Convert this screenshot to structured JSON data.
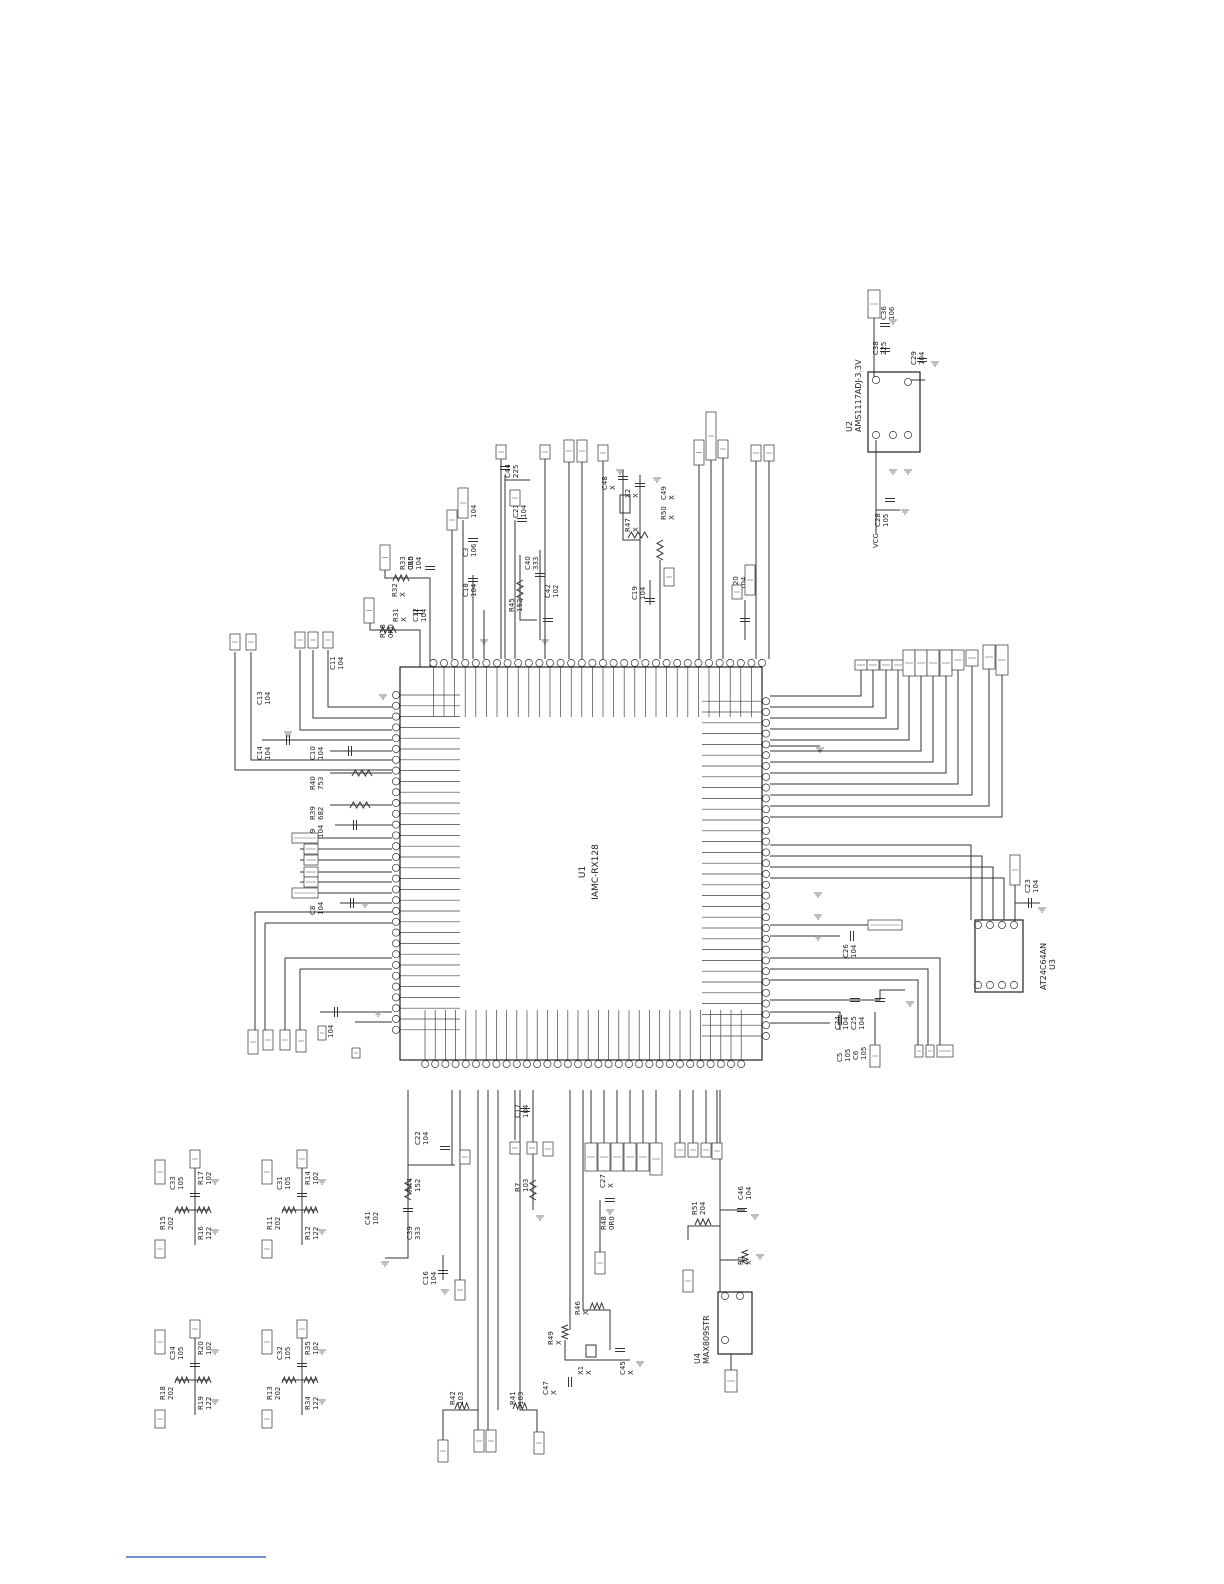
{
  "u1": {
    "ref": "U1",
    "part": "IAMC-RX128",
    "pin_count": 128
  },
  "u2": {
    "ref": "U2",
    "part": "AMS1117ADJ-3.3V"
  },
  "u3": {
    "ref": "U3",
    "part": "AT24C64AN"
  },
  "u4": {
    "ref": "U4",
    "part": "MAX809STR"
  },
  "vcc_label": "VCC",
  "left_parts": [
    {
      "ref": "C13",
      "val": "104"
    },
    {
      "ref": "C14",
      "val": "104"
    },
    {
      "ref": "C10",
      "val": "104"
    },
    {
      "ref": "R40",
      "val": "753"
    },
    {
      "ref": "R39",
      "val": "682"
    },
    {
      "ref": "C9",
      "val": "104"
    },
    {
      "ref": "C8",
      "val": "104"
    },
    {
      "ref": "C7",
      "val": "104"
    },
    {
      "ref": "C11",
      "val": "104"
    }
  ],
  "top_parts": [
    {
      "ref": "R32",
      "val": "X"
    },
    {
      "ref": "R33",
      "val": "0R0"
    },
    {
      "ref": "C15",
      "val": "104"
    },
    {
      "ref": "R31",
      "val": "X"
    },
    {
      "ref": "R38",
      "val": "0R0"
    },
    {
      "ref": "C12",
      "val": "104"
    },
    {
      "ref": "C18",
      "val": "104"
    },
    {
      "ref": "C3",
      "val": "106"
    },
    {
      "ref": "C4",
      "val": "104"
    },
    {
      "ref": "C44",
      "val": "225"
    },
    {
      "ref": "C21",
      "val": "104"
    },
    {
      "ref": "R45",
      "val": "152"
    },
    {
      "ref": "C40",
      "val": "333"
    },
    {
      "ref": "C42",
      "val": "102"
    },
    {
      "ref": "C48",
      "val": "X"
    },
    {
      "ref": "X2",
      "val": "X"
    },
    {
      "ref": "C49",
      "val": "X"
    },
    {
      "ref": "R47",
      "val": "X"
    },
    {
      "ref": "R50",
      "val": "X"
    },
    {
      "ref": "C19",
      "val": "104"
    },
    {
      "ref": "C20",
      "val": "104"
    }
  ],
  "u2_parts": [
    {
      "ref": "C38",
      "val": "225"
    },
    {
      "ref": "C36",
      "val": "106"
    },
    {
      "ref": "C29",
      "val": "104"
    },
    {
      "ref": "C28",
      "val": "105"
    }
  ],
  "right_parts": [
    {
      "ref": "C23",
      "val": "104"
    },
    {
      "ref": "C26",
      "val": "104"
    },
    {
      "ref": "C25",
      "val": "104"
    },
    {
      "ref": "C24",
      "val": "104"
    },
    {
      "ref": "C6",
      "val": "105"
    },
    {
      "ref": "C5",
      "val": "105"
    }
  ],
  "bottom_parts": [
    {
      "ref": "C22",
      "val": "104"
    },
    {
      "ref": "R44",
      "val": "152"
    },
    {
      "ref": "C41",
      "val": "102"
    },
    {
      "ref": "C39",
      "val": "333"
    },
    {
      "ref": "C16",
      "val": "104"
    },
    {
      "ref": "C17",
      "val": "104"
    },
    {
      "ref": "R7",
      "val": "103"
    },
    {
      "ref": "C27",
      "val": "X"
    },
    {
      "ref": "R48",
      "val": "0R0"
    },
    {
      "ref": "R46",
      "val": "X"
    },
    {
      "ref": "R49",
      "val": "X"
    },
    {
      "ref": "X1",
      "val": "X"
    },
    {
      "ref": "C45",
      "val": "X"
    },
    {
      "ref": "C47",
      "val": "X"
    },
    {
      "ref": "R41",
      "val": "103"
    },
    {
      "ref": "R42",
      "val": "103"
    },
    {
      "ref": "R51",
      "val": "204"
    },
    {
      "ref": "C46",
      "val": "104"
    },
    {
      "ref": "R1",
      "val": "X"
    }
  ],
  "bias_networks": [
    {
      "r_top": "R17",
      "r_top_val": "102",
      "cap": "C33",
      "cap_val": "105",
      "r_a": "R15",
      "r_a_val": "202",
      "r_b": "R16",
      "r_b_val": "122"
    },
    {
      "r_top": "R14",
      "r_top_val": "102",
      "cap": "C31",
      "cap_val": "105",
      "r_a": "R11",
      "r_a_val": "202",
      "r_b": "R12",
      "r_b_val": "122"
    },
    {
      "r_top": "R20",
      "r_top_val": "102",
      "cap": "C34",
      "cap_val": "105",
      "r_a": "R18",
      "r_a_val": "202",
      "r_b": "R19",
      "r_b_val": "122"
    },
    {
      "r_top": "R35",
      "r_top_val": "102",
      "cap": "C32",
      "cap_val": "105",
      "r_a": "R13",
      "r_a_val": "202",
      "r_b": "R34",
      "r_b_val": "122"
    }
  ]
}
